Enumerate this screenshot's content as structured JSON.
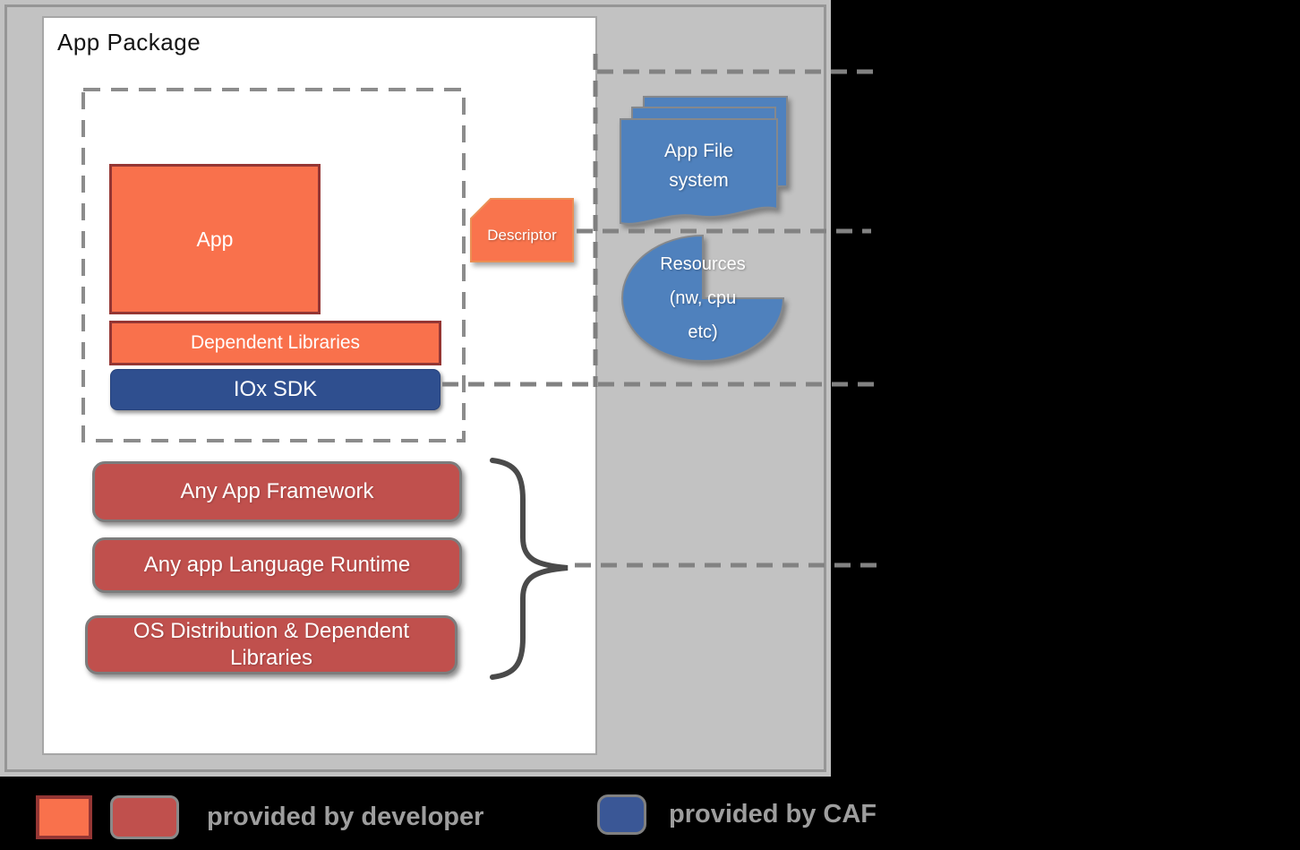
{
  "title": "App Package",
  "package": {
    "app_label": "App",
    "dependent_libraries_label": "Dependent Libraries",
    "iox_sdk_label": "IOx SDK"
  },
  "platform": {
    "framework_label": "Any App Framework",
    "runtime_label": "Any app Language Runtime",
    "os_distribution_label": "OS Distribution & Dependent Libraries"
  },
  "descriptor_label": "Descriptor",
  "annotations": {
    "app_file_system": {
      "lines": [
        "App File",
        "system"
      ]
    },
    "resources": {
      "lines": [
        "Resources",
        "(nw, cpu",
        "etc)"
      ]
    }
  },
  "legend": {
    "developer_label": "provided by developer",
    "caf_label": "provided by CAF"
  },
  "colors": {
    "developer_orange": "#F9714C",
    "developer_orange_border": "#943634",
    "developer_red": "#C0504D",
    "caf_blue": "#2F4F8F",
    "legend_caf_blue": "#3A5796",
    "annotation_blue": "#4F81BD",
    "panel_gray": "#C2C2C2",
    "dashed_line_gray": "#808080",
    "legend_text_gray": "#9E9E9E",
    "background_black": "#000000"
  }
}
